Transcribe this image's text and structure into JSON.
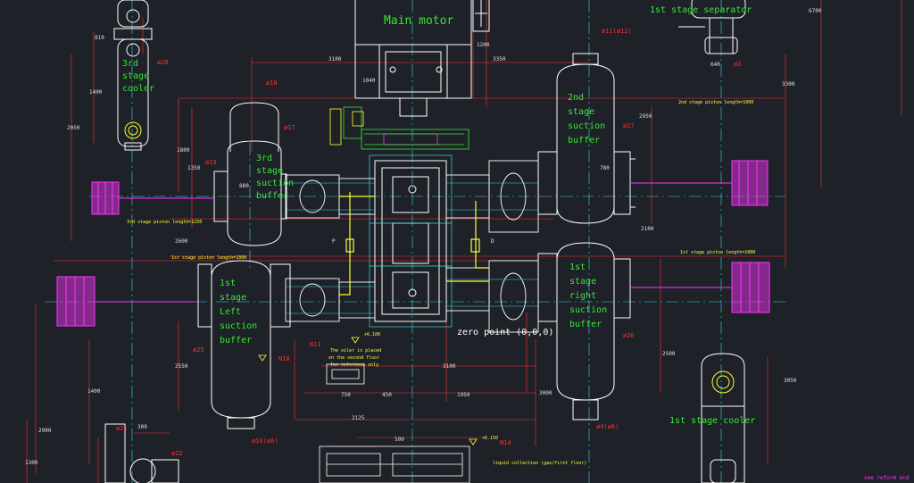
{
  "labels": {
    "main_motor": "Main motor",
    "stage3_cooler": [
      "3rd",
      "stage",
      "cooler"
    ],
    "stage3_buffer": [
      "3rd",
      "stage",
      "suction",
      "buffer"
    ],
    "stage2_buffer": [
      "2nd",
      "stage",
      "suction",
      "buffer"
    ],
    "stage1_left_buffer": [
      "1st",
      "stage",
      "Left",
      "suction",
      "buffer"
    ],
    "stage1_right_buffer": [
      "1st",
      "stage",
      "right",
      "suction",
      "buffer"
    ],
    "stage1_separator": "1st stage separator",
    "stage1_cooler": "1st stage cooler",
    "zero_point": "zero point (0,0,0)",
    "oiler_note": [
      "The oiler is placed",
      "on the second floor",
      "for reference only"
    ],
    "liquid_note": "liquid collection (gas/first floor)",
    "corner_note": "see reform end"
  },
  "piston_lengths": {
    "stage3": "3rd stage piston length=1250",
    "stage2": "2nd stage piston length=1000",
    "stage1_left": "1st stage piston length=1000",
    "stage1_right": "1st stage piston length=1000"
  },
  "nozzle_tags": {
    "a18": "ø18",
    "a20": "ø20",
    "a17": "ø17",
    "a19": "ø19",
    "a11a12": "ø11(ø12)",
    "a27": "ø27",
    "a26": "ø26",
    "a25": "ø25",
    "a16a6": "ø16(ø6)",
    "a4a6": "ø4(ø6)",
    "a21": "ø21",
    "a22": "ø22",
    "n11": "N11",
    "n18": "N18",
    "n14": "N14",
    "a2": "ø2",
    "p": "P",
    "d": "D"
  },
  "dimensions": {
    "d3100": "3100",
    "d3350": "3350",
    "d1040": "1040",
    "d1400": "1400",
    "d1800": "1800",
    "d2050": "2050",
    "d1350": "1350",
    "d2600": "2600",
    "d2550": "2550",
    "d3300": "3300",
    "d6700": "6700",
    "d2950": "2950",
    "d2500": "2500",
    "d3050": "3050",
    "d3000": "3000",
    "d1950": "1950",
    "d2125": "2125",
    "d750": "750",
    "d1300": "1300",
    "d1400b": "1400",
    "d300": "300",
    "d500": "500",
    "d450": "450",
    "d2100": "2100",
    "d3100b": "3100",
    "d2900": "2900",
    "d1200": "1200",
    "d810": "810",
    "d640": "640",
    "d880": "880",
    "d780": "780"
  },
  "elevations": {
    "e1": "+6.100",
    "e2": "+6.150"
  },
  "colors": {
    "background": "#1e2128",
    "green": "#39e639",
    "red": "#ff3030",
    "cyan": "#33e0e0",
    "white": "#ffffff",
    "magenta": "#ff33ff",
    "yellow": "#ffff33"
  }
}
